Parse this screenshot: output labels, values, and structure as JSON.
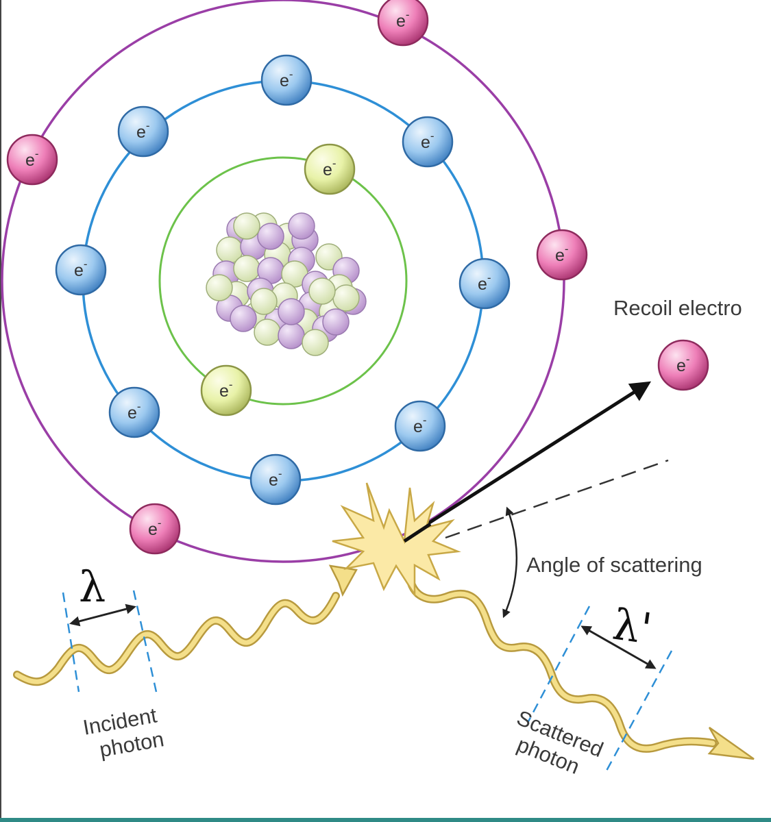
{
  "electron_symbol": "e",
  "electron_charge": "-",
  "labels": {
    "recoil_electron": "Recoil electro",
    "angle_of_scattering": "Angle of scattering",
    "incident_photon_line1": "Incident",
    "incident_photon_line2": "photon",
    "scattered_photon_line1": "Scattered",
    "scattered_photon_line2": "photon",
    "incident_wavelength": "λ",
    "scattered_wavelength": "λ'"
  },
  "shells": [
    {
      "name": "inner-shell",
      "color": "#6cc24a",
      "electrons": 2,
      "electron_color": "#e6f1a4"
    },
    {
      "name": "middle-shell",
      "color": "#2e8fd6",
      "electrons": 8,
      "electron_color": "#8fc2ec"
    },
    {
      "name": "outer-shell",
      "color": "#9a3ea6",
      "electrons": 4,
      "electron_color": "#e86fb0"
    }
  ],
  "colors": {
    "photon": "#f4df8a",
    "photon_outline": "#b89a3e",
    "wavelength_marker": "#2e8fd6",
    "nucleus_proton": "#c9a9d9",
    "nucleus_neutron": "#e3efc6",
    "burst": "#fbe9a6"
  }
}
